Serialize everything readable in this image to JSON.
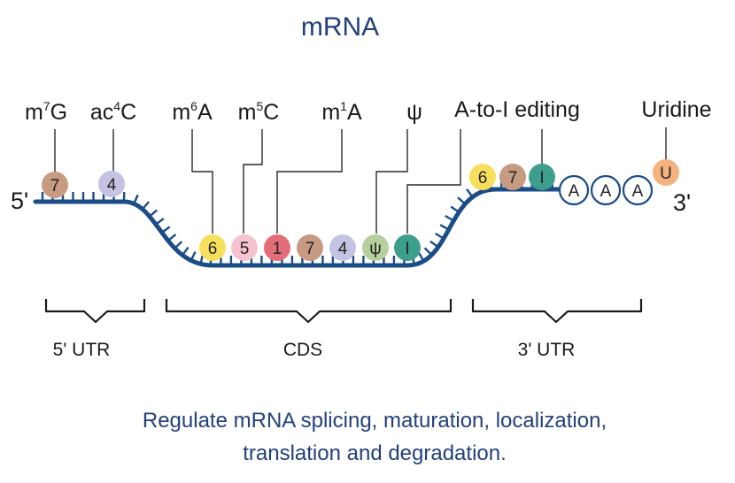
{
  "title": "mRNA",
  "five_prime": "5'",
  "three_prime": "3'",
  "labels": {
    "m7g": {
      "base": "m",
      "sup": "7",
      "rest": "G"
    },
    "ac4c": {
      "base": "ac",
      "sup": "4",
      "rest": "C"
    },
    "m6a": {
      "base": "m",
      "sup": "6",
      "rest": "A"
    },
    "m5c": {
      "base": "m",
      "sup": "5",
      "rest": "C"
    },
    "m1a": {
      "base": "m",
      "sup": "1",
      "rest": "A"
    },
    "psi": "ψ",
    "a_to_i": "A-to-I editing",
    "uridine": "Uridine"
  },
  "circles_5utr": [
    {
      "label": "7",
      "color": "#c79a82"
    },
    {
      "label": "4",
      "color": "#c4c3e3"
    }
  ],
  "circles_cds": [
    {
      "label": "6",
      "color": "#f7df5e"
    },
    {
      "label": "5",
      "color": "#f4c3cf"
    },
    {
      "label": "1",
      "color": "#e36e79"
    },
    {
      "label": "7",
      "color": "#c79a82"
    },
    {
      "label": "4",
      "color": "#c4c3e3"
    },
    {
      "label": "ψ",
      "color": "#b7cf9c"
    },
    {
      "label": "I",
      "color": "#3e9e8c"
    }
  ],
  "circles_3utr": [
    {
      "label": "6",
      "color": "#f7df5e"
    },
    {
      "label": "7",
      "color": "#c79a82"
    },
    {
      "label": "I",
      "color": "#3e9e8c"
    }
  ],
  "poly_a": [
    "A",
    "A",
    "A"
  ],
  "uridine_tail": {
    "label": "U",
    "color": "#f4b27f"
  },
  "regions": {
    "utr5": "5' UTR",
    "cds": "CDS",
    "utr3": "3' UTR"
  },
  "caption": {
    "line1": "Regulate mRNA splicing, maturation, localization,",
    "line2": "translation and degradation."
  },
  "colors": {
    "strand": "#1b4c85",
    "title": "#24407a",
    "poly_a_ring": "#1b4c85"
  }
}
